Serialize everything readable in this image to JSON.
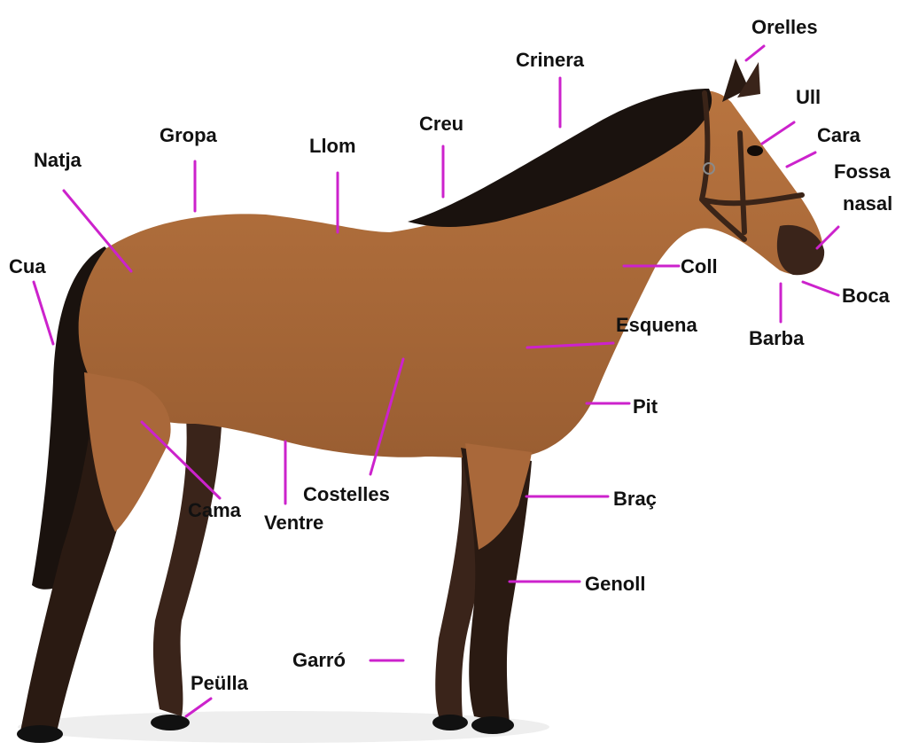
{
  "labels": {
    "orelles": "Orelles",
    "crinera": "Crinera",
    "ull": "Ull",
    "cara": "Cara",
    "fossa_nasal_1": "Fossa",
    "fossa_nasal_2": "nasal",
    "coll": "Coll",
    "boca": "Boca",
    "barba": "Barba",
    "esquena": "Esquena",
    "pit": "Pit",
    "brac": "Braç",
    "genoll": "Genoll",
    "garro": "Garró",
    "peulla": "Peülla",
    "costelles": "Costelles",
    "ventre": "Ventre",
    "cama": "Cama",
    "cua": "Cua",
    "natja": "Natja",
    "gropa": "Gropa",
    "llom": "Llom",
    "creu": "Creu"
  },
  "colors": {
    "leader": "#cc22cc",
    "coat": "#b0703e",
    "mane": "#1a120e",
    "legs": "#2a1a12",
    "halter": "#3a2418"
  }
}
